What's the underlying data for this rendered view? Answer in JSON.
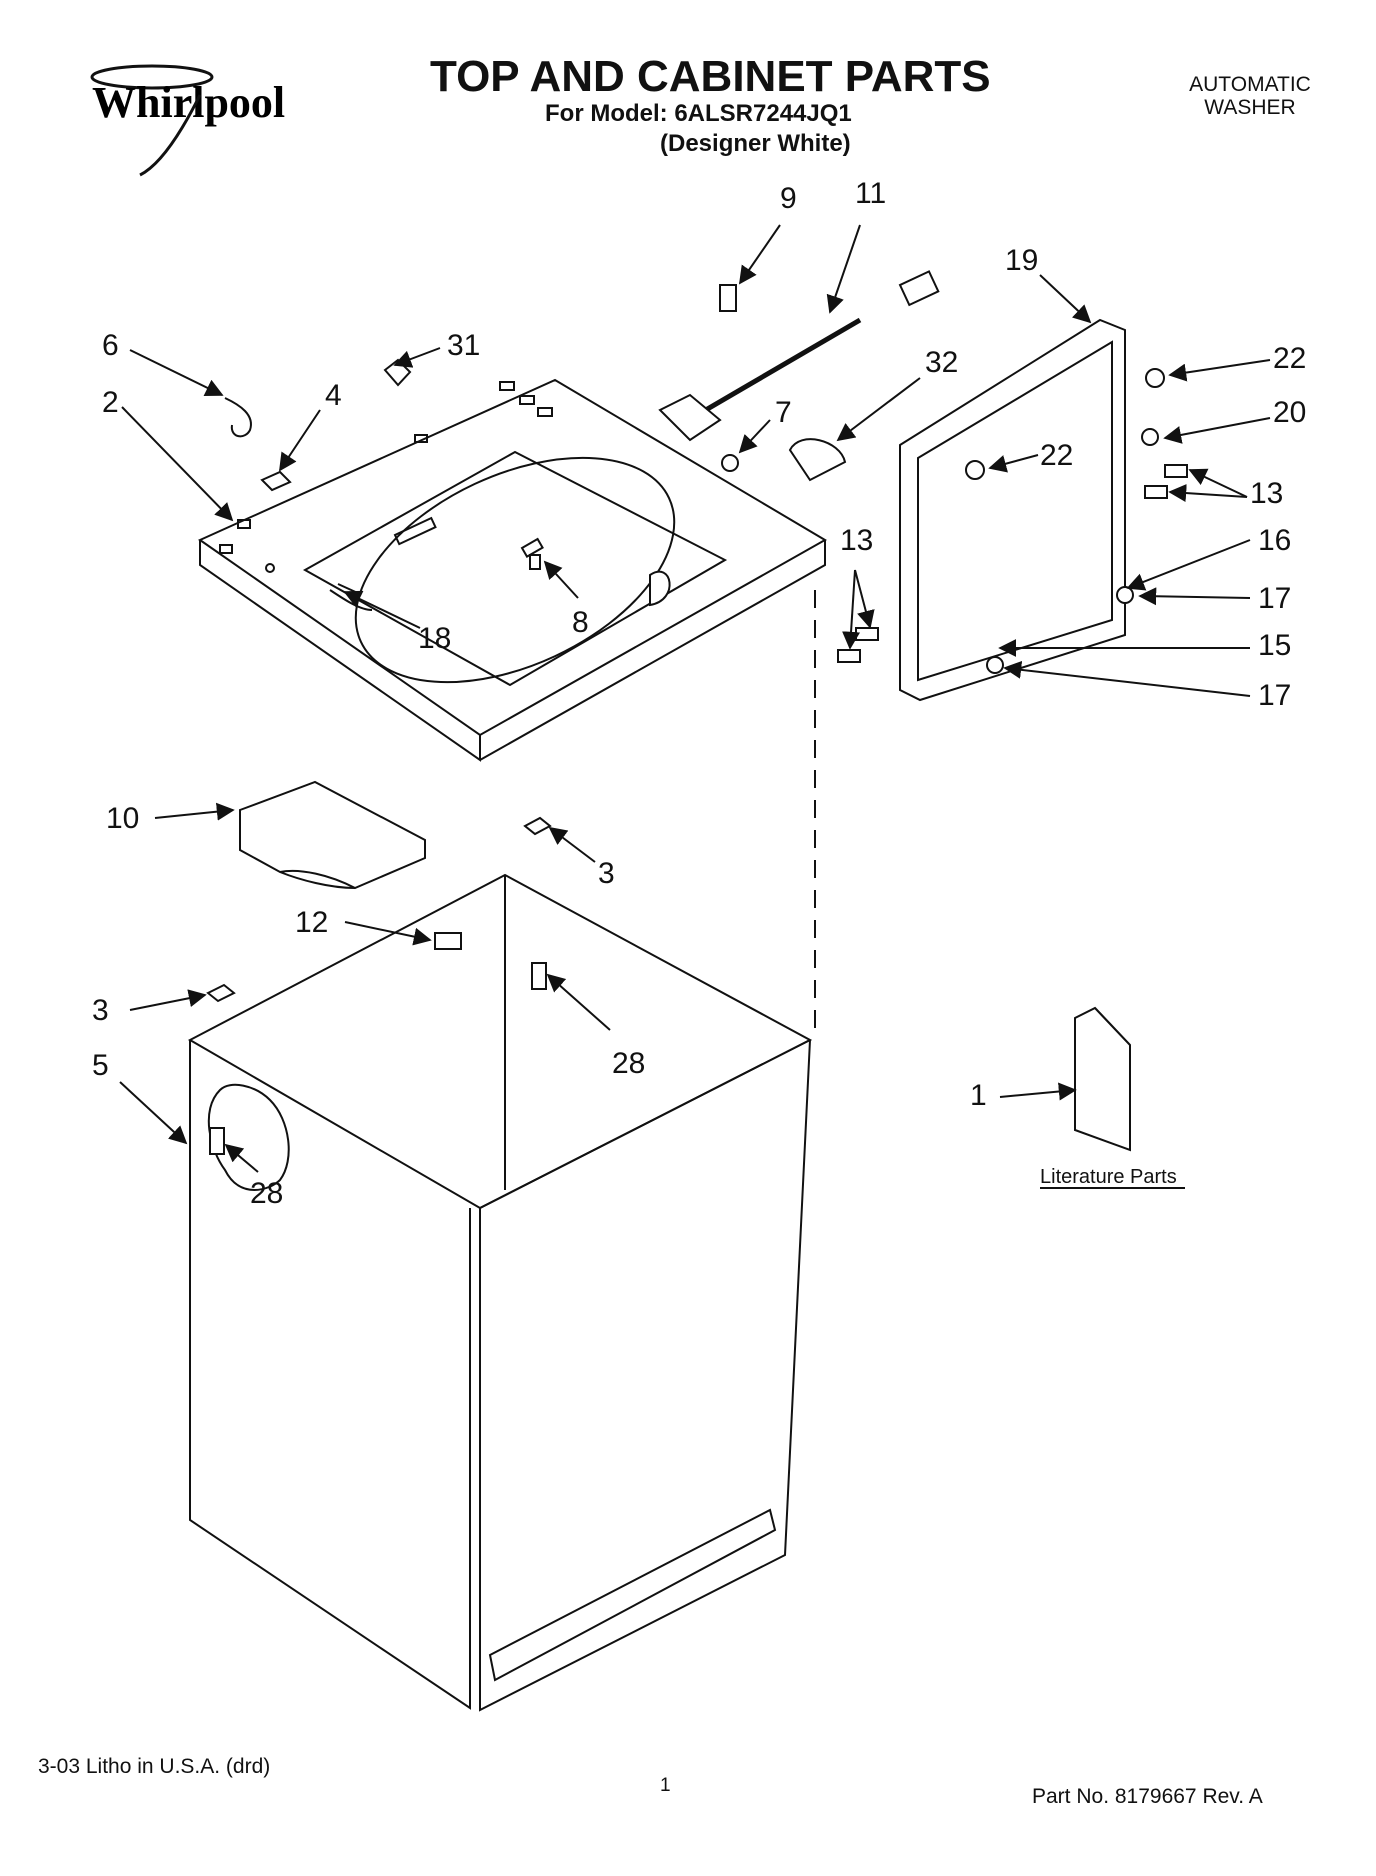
{
  "header": {
    "brand": "Whirlpool",
    "title": "TOP AND CABINET PARTS",
    "model_line": "For Model: 6ALSR7244JQ1",
    "color_line": "(Designer White)",
    "product_type_line1": "AUTOMATIC",
    "product_type_line2": "WASHER"
  },
  "callouts": {
    "c1": "1",
    "c2": "2",
    "c3a": "3",
    "c3b": "3",
    "c4": "4",
    "c5": "5",
    "c6": "6",
    "c7": "7",
    "c8": "8",
    "c9": "9",
    "c10": "10",
    "c11": "11",
    "c12": "12",
    "c13a": "13",
    "c13b": "13",
    "c15": "15",
    "c16": "16",
    "c17a": "17",
    "c17b": "17",
    "c18": "18",
    "c19": "19",
    "c20": "20",
    "c22a": "22",
    "c22b": "22",
    "c28a": "28",
    "c28b": "28",
    "c31": "31",
    "c32": "32"
  },
  "literature": {
    "label": "Literature Parts"
  },
  "footer": {
    "print_info": "3-03 Litho in U.S.A. (drd)",
    "page_number": "1",
    "part_number": "Part No. 8179667 Rev. A"
  }
}
